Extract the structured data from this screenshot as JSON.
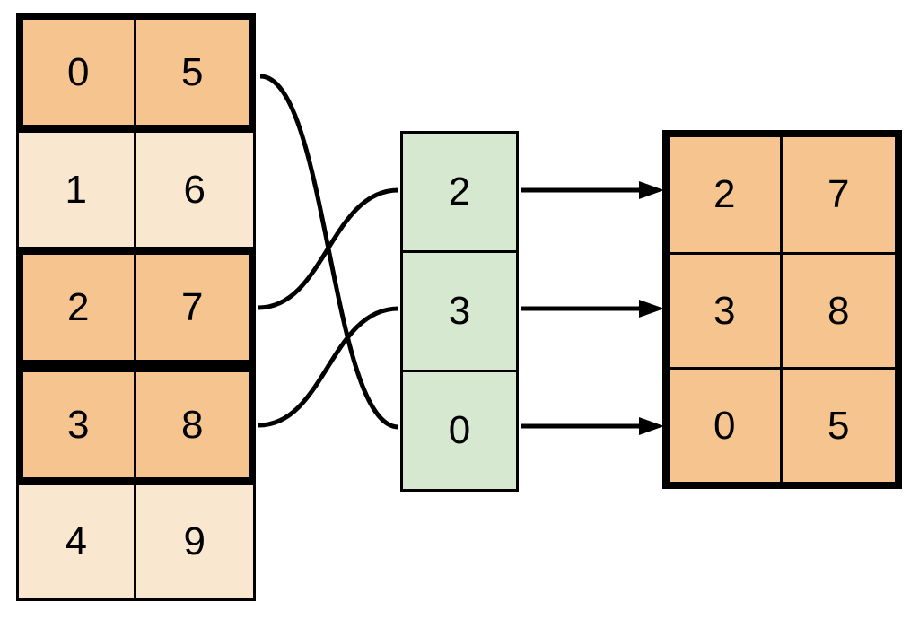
{
  "diagram_title": "array-fancy-indexing-diagram",
  "colors": {
    "highlight_fill": "#f6c48e",
    "dim_fill": "#fae7cf",
    "index_fill": "#d7e8d0",
    "stroke_color": "#000000"
  },
  "source_table": {
    "columns": 2,
    "rows": [
      {
        "cells": [
          "0",
          "5"
        ],
        "highlighted": true
      },
      {
        "cells": [
          "1",
          "6"
        ],
        "highlighted": false
      },
      {
        "cells": [
          "2",
          "7"
        ],
        "highlighted": true
      },
      {
        "cells": [
          "3",
          "8"
        ],
        "highlighted": true
      },
      {
        "cells": [
          "4",
          "9"
        ],
        "highlighted": false
      }
    ]
  },
  "index_column": {
    "cells": [
      "2",
      "3",
      "0"
    ]
  },
  "result_table": {
    "columns": 2,
    "rows": [
      {
        "cells": [
          "2",
          "7"
        ]
      },
      {
        "cells": [
          "3",
          "8"
        ]
      },
      {
        "cells": [
          "0",
          "5"
        ]
      }
    ]
  },
  "curve_links": [
    {
      "source_row": 0,
      "index_cell_position": 2
    },
    {
      "source_row": 2,
      "index_cell_position": 0
    },
    {
      "source_row": 3,
      "index_cell_position": 1
    }
  ],
  "arrow_links": [
    {
      "index_cell_position": 0,
      "result_row": 0
    },
    {
      "index_cell_position": 1,
      "result_row": 1
    },
    {
      "index_cell_position": 2,
      "result_row": 2
    }
  ]
}
